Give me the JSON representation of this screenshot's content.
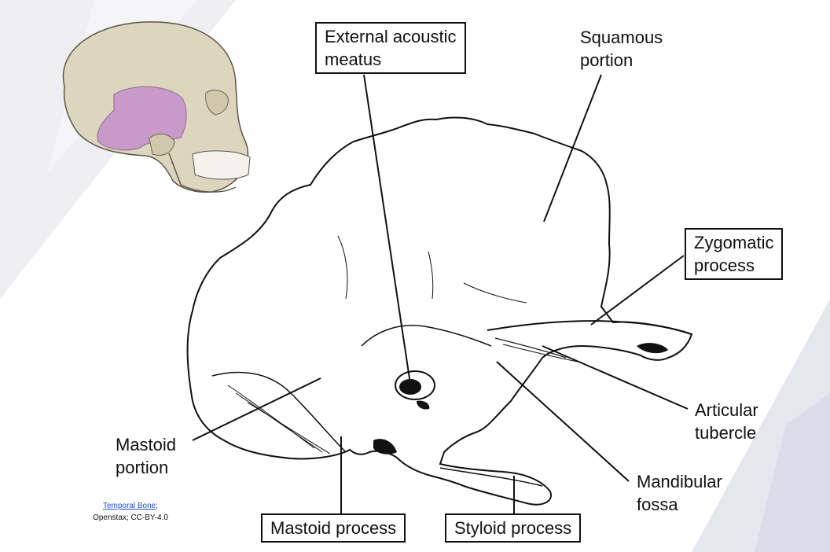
{
  "labels": {
    "external_acoustic_meatus": "External acoustic\nmeatus",
    "squamous_portion": "Squamous\nportion",
    "zygomatic_process": "Zygomatic\nprocess",
    "articular_tubercle": "Articular\ntubercle",
    "mandibular_fossa": "Mandibular\nfossa",
    "mastoid_portion": "Mastoid\nportion",
    "mastoid_process": "Mastoid process",
    "styloid_process": "Styloid process"
  },
  "credit": {
    "link_text": "Temporal Bone",
    "suffix": ";",
    "line2": "Openstax; CC-BY-4.0"
  },
  "colors": {
    "background_tint": "#e9e9f0",
    "skull": "#dcd6bf",
    "temporal_highlight": "#c79ac9",
    "outline": "#111111"
  }
}
